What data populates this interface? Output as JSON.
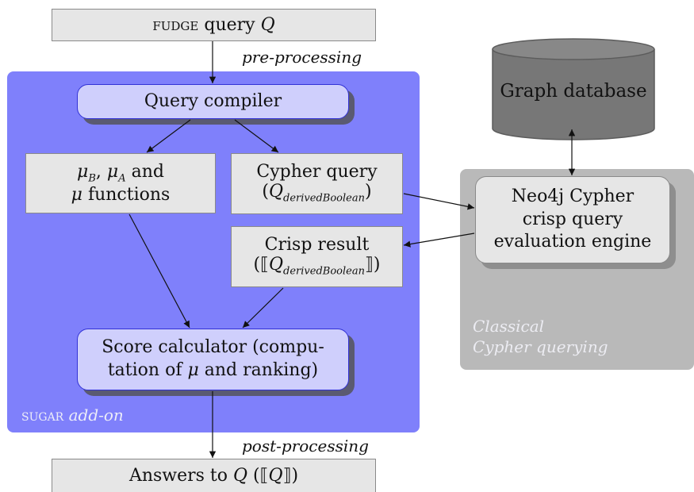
{
  "input": {
    "prefix": "fudge",
    "middle": " query ",
    "symbol": "Q"
  },
  "labels": {
    "pre_processing": "pre-processing",
    "post_processing": "post-processing",
    "sugar_name": "sugar",
    "sugar_suffix": "add-on",
    "classical_line1": "Classical",
    "classical_line2": "Cypher querying"
  },
  "nodes": {
    "graph_database": "Graph database",
    "query_compiler": "Query compiler",
    "mu_functions": {
      "mu_b": "μ",
      "sub_b": "B",
      "sep1": ", ",
      "mu_a": "μ",
      "sub_a": "A",
      "and_text": " and",
      "mu": "μ",
      "functions_text": " functions"
    },
    "cypher_query": {
      "title": "Cypher query",
      "open": "(",
      "q": "Q",
      "sub": "derivedBoolean",
      "close": ")"
    },
    "crisp_result": {
      "title": "Crisp result",
      "open": "(⟦",
      "q": "Q",
      "sub": "derivedBoolean",
      "close": "⟧)"
    },
    "neo4j": {
      "line1": "Neo4j Cypher",
      "line2": "crisp query",
      "line3": "evaluation engine"
    },
    "score_calculator": {
      "line1": "Score calculator (compu-",
      "line2a": "tation of ",
      "mu": "μ",
      "line2b": " and ranking)"
    },
    "answers": {
      "prefix": "Answers to ",
      "q": "Q",
      "open": " (⟦",
      "q2": "Q",
      "close": "⟧)"
    }
  },
  "colors": {
    "sugar_region": "#7f80fb",
    "classical_region": "#b9b9b9",
    "node_fill": "#e6e6e6",
    "rounded_node_fill": "#cfcffc",
    "database_fill": "#777777"
  }
}
